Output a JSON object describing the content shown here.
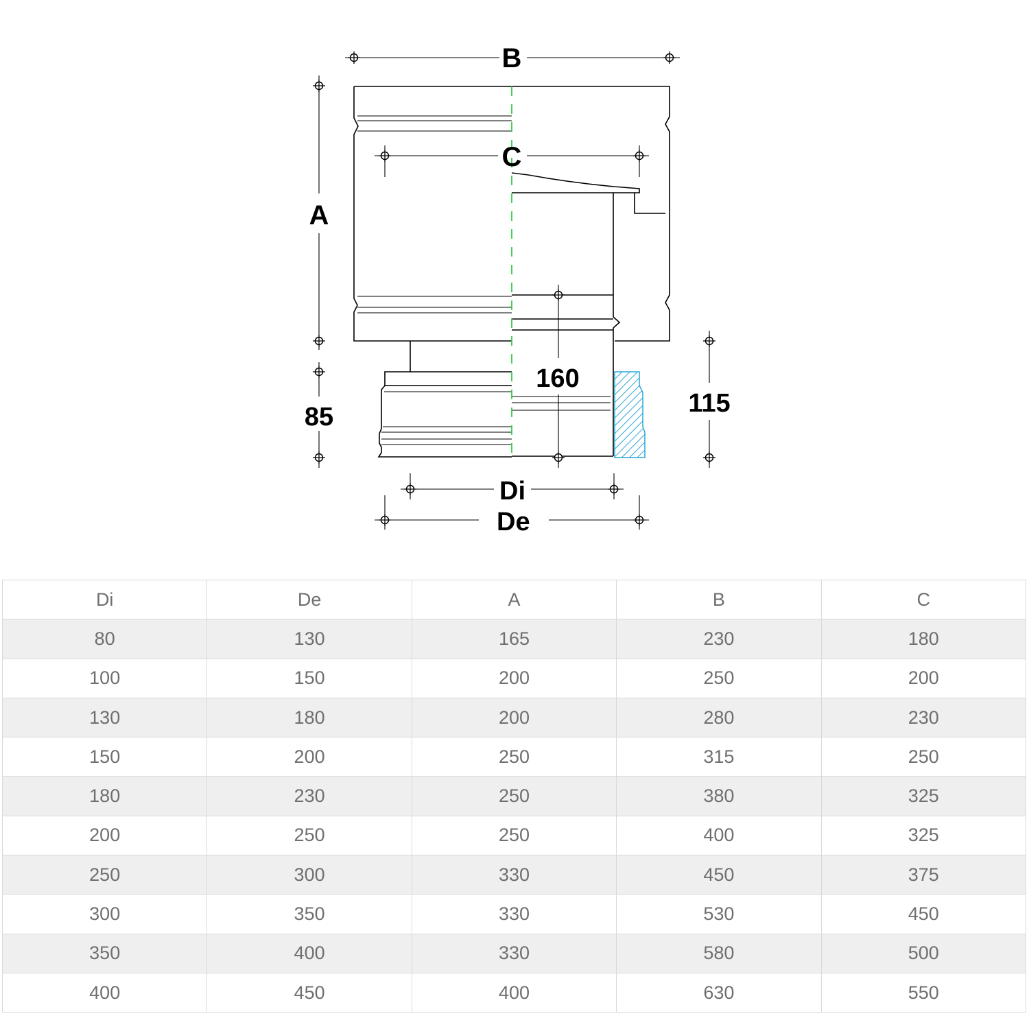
{
  "drawing": {
    "labels": {
      "B": "B",
      "A": "A",
      "C": "C",
      "dim_160": "160",
      "dim_85": "85",
      "dim_115": "115",
      "Di": "Di",
      "De": "De"
    },
    "colors": {
      "centerline": "#2ecc40",
      "hatch": "#2aa7d6"
    }
  },
  "table": {
    "headers": [
      "Di",
      "De",
      "A",
      "B",
      "C"
    ],
    "rows": [
      [
        "80",
        "130",
        "165",
        "230",
        "180"
      ],
      [
        "100",
        "150",
        "200",
        "250",
        "200"
      ],
      [
        "130",
        "180",
        "200",
        "280",
        "230"
      ],
      [
        "150",
        "200",
        "250",
        "315",
        "250"
      ],
      [
        "180",
        "230",
        "250",
        "380",
        "325"
      ],
      [
        "200",
        "250",
        "250",
        "400",
        "325"
      ],
      [
        "250",
        "300",
        "330",
        "450",
        "375"
      ],
      [
        "300",
        "350",
        "330",
        "530",
        "450"
      ],
      [
        "350",
        "400",
        "330",
        "580",
        "500"
      ],
      [
        "400",
        "450",
        "400",
        "630",
        "550"
      ]
    ]
  }
}
